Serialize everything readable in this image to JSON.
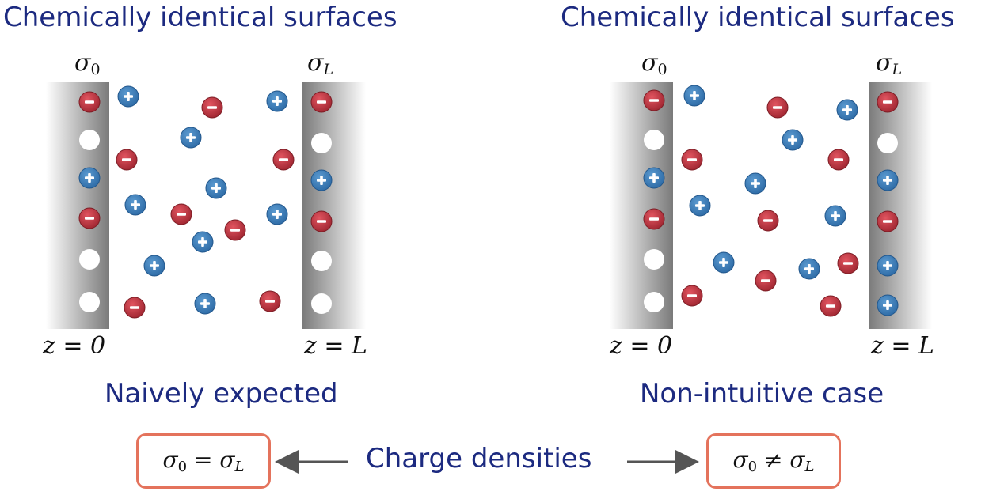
{
  "left_panel": {
    "title": "Chemically identical surfaces",
    "sigma_left": "σ",
    "sigma_left_sub": "0",
    "sigma_right": "σ",
    "sigma_right_sub": "L",
    "z_left": "z = 0",
    "z_right": "z = L",
    "caption": "Naively expected",
    "relation_lhs": "σ",
    "relation_lhs_sub": "0",
    "relation_op": " = ",
    "relation_rhs": "σ",
    "relation_rhs_sub": "L"
  },
  "right_panel": {
    "title": "Chemically identical surfaces",
    "sigma_left": "σ",
    "sigma_left_sub": "0",
    "sigma_right": "σ",
    "sigma_right_sub": "L",
    "z_left": "z = 0",
    "z_right": "z = L",
    "caption": "Non-intuitive case",
    "relation_lhs": "σ",
    "relation_lhs_sub": "0",
    "relation_op": " ≠ ",
    "relation_rhs": "σ",
    "relation_rhs_sub": "L"
  },
  "center": {
    "label": "Charge densities"
  },
  "colors": {
    "title_text": "#1c2a80",
    "anion": "#c0303a",
    "cation": "#3a7ab8",
    "box_border": "#e4735c",
    "arrow": "#555555"
  },
  "legend_symbols": {
    "anion": "−",
    "cation": "+",
    "neutral_site": "empty"
  }
}
